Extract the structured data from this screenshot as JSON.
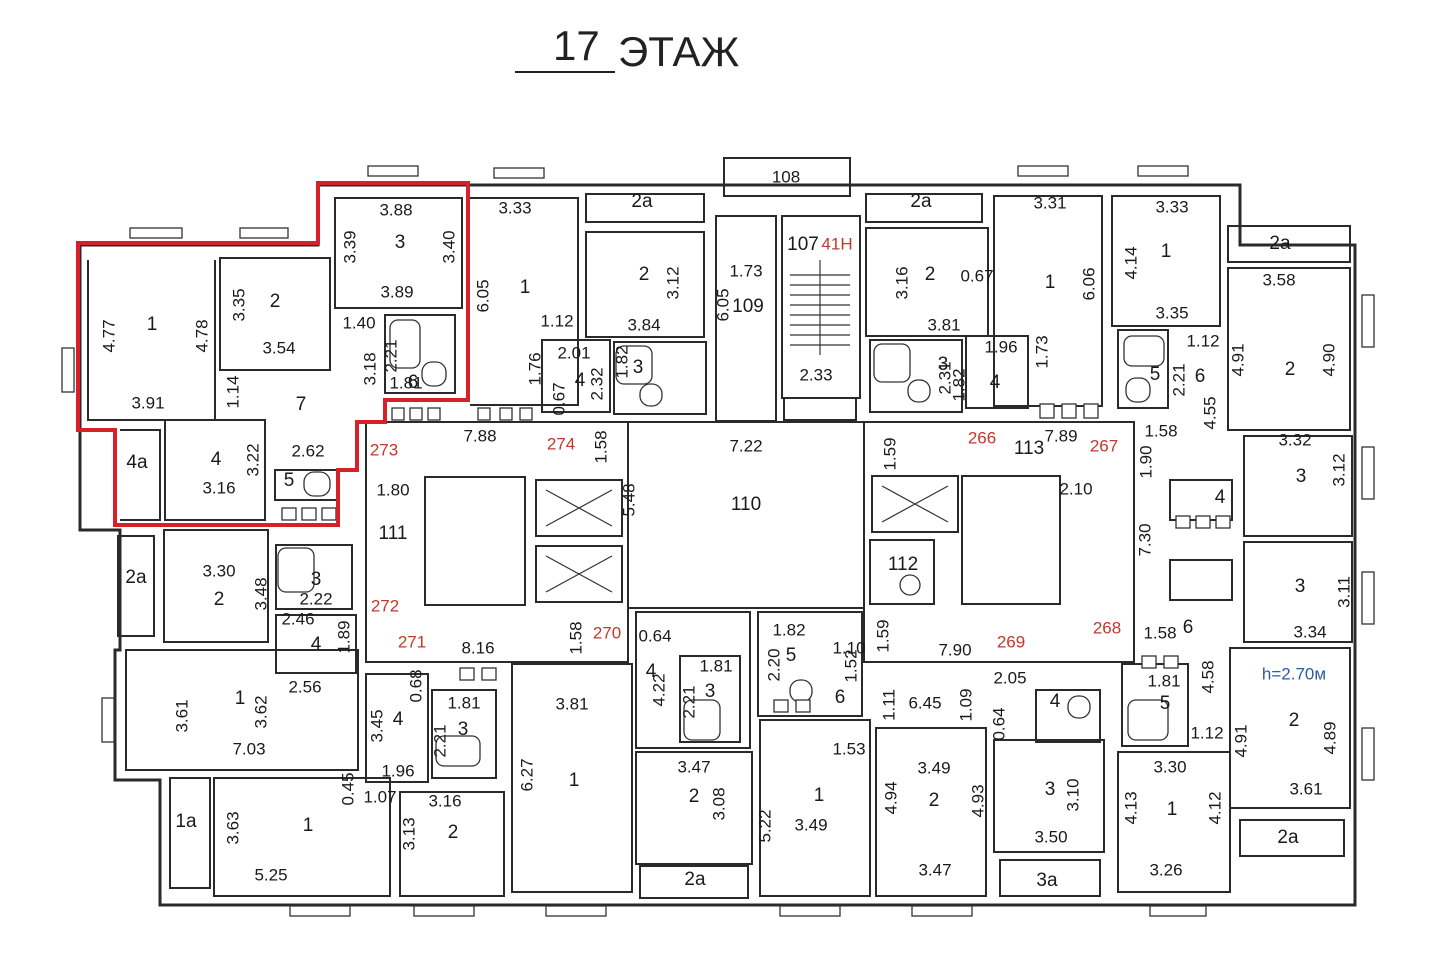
{
  "title": {
    "floor_number": "17",
    "floor_word": "ЭТАЖ"
  },
  "highlight_color": "#d6202a",
  "label_colors": {
    "default": "#1a1a1a",
    "red": "#c0392b",
    "blue": "#2d5aa8"
  },
  "labels": [
    {
      "t": "108",
      "k": "default"
    },
    {
      "t": "3.88",
      "k": "default"
    },
    {
      "t": "3",
      "k": "room"
    },
    {
      "t": "3.39",
      "k": "default",
      "r": true
    },
    {
      "t": "3.40",
      "k": "default",
      "r": true
    },
    {
      "t": "3.89",
      "k": "default"
    },
    {
      "t": "3.33",
      "k": "default"
    },
    {
      "t": "1",
      "k": "room"
    },
    {
      "t": "6.05",
      "k": "default",
      "r": true
    },
    {
      "t": "2a",
      "k": "room"
    },
    {
      "t": "2",
      "k": "room"
    },
    {
      "t": "3.12",
      "k": "default",
      "r": true
    },
    {
      "t": "1.12",
      "k": "default"
    },
    {
      "t": "3.84",
      "k": "default"
    },
    {
      "t": "1.73",
      "k": "default"
    },
    {
      "t": "6.05",
      "k": "default",
      "r": true
    },
    {
      "t": "109",
      "k": "room"
    },
    {
      "t": "107",
      "k": "room"
    },
    {
      "t": "41Н",
      "k": "red"
    },
    {
      "t": "2.33",
      "k": "default"
    },
    {
      "t": "2a",
      "k": "room"
    },
    {
      "t": "2",
      "k": "room"
    },
    {
      "t": "3.16",
      "k": "default",
      "r": true
    },
    {
      "t": "0.67",
      "k": "default"
    },
    {
      "t": "3.81",
      "k": "default"
    },
    {
      "t": "3.31",
      "k": "default"
    },
    {
      "t": "1",
      "k": "room"
    },
    {
      "t": "6.06",
      "k": "default",
      "r": true
    },
    {
      "t": "3.33",
      "k": "default"
    },
    {
      "t": "1",
      "k": "room"
    },
    {
      "t": "4.14",
      "k": "default",
      "r": true
    },
    {
      "t": "3.35",
      "k": "default"
    },
    {
      "t": "2a",
      "k": "room"
    },
    {
      "t": "3.58",
      "k": "default"
    },
    {
      "t": "2",
      "k": "room"
    },
    {
      "t": "4.91",
      "k": "default",
      "r": true
    },
    {
      "t": "4.90",
      "k": "default",
      "r": true
    },
    {
      "t": "1",
      "k": "room"
    },
    {
      "t": "4.77",
      "k": "default",
      "r": true
    },
    {
      "t": "4.78",
      "k": "default",
      "r": true
    },
    {
      "t": "3.91",
      "k": "default"
    },
    {
      "t": "2",
      "k": "room"
    },
    {
      "t": "3.35",
      "k": "default",
      "r": true
    },
    {
      "t": "3.54",
      "k": "default"
    },
    {
      "t": "1.40",
      "k": "default"
    },
    {
      "t": "6",
      "k": "room"
    },
    {
      "t": "2.21",
      "k": "default",
      "r": true
    },
    {
      "t": "1.81",
      "k": "default"
    },
    {
      "t": "3.18",
      "k": "default",
      "r": true
    },
    {
      "t": "7",
      "k": "room"
    },
    {
      "t": "1.14",
      "k": "default",
      "r": true
    },
    {
      "t": "4a",
      "k": "room"
    },
    {
      "t": "4",
      "k": "room"
    },
    {
      "t": "3.22",
      "k": "default",
      "r": true
    },
    {
      "t": "3.16",
      "k": "default"
    },
    {
      "t": "2.62",
      "k": "default"
    },
    {
      "t": "5",
      "k": "room"
    },
    {
      "t": "273",
      "k": "red"
    },
    {
      "t": "7.88",
      "k": "default"
    },
    {
      "t": "274",
      "k": "red"
    },
    {
      "t": "1.58",
      "k": "default",
      "r": true
    },
    {
      "t": "2.01",
      "k": "default"
    },
    {
      "t": "4",
      "k": "room"
    },
    {
      "t": "2.32",
      "k": "default",
      "r": true
    },
    {
      "t": "1.82",
      "k": "default",
      "r": true
    },
    {
      "t": "3",
      "k": "room"
    },
    {
      "t": "0.67",
      "k": "default",
      "r": true
    },
    {
      "t": "1.76",
      "k": "default",
      "r": true
    },
    {
      "t": "7.22",
      "k": "default"
    },
    {
      "t": "110",
      "k": "room"
    },
    {
      "t": "5.48",
      "k": "default",
      "r": true
    },
    {
      "t": "1.59",
      "k": "default",
      "r": true
    },
    {
      "t": "266",
      "k": "red"
    },
    {
      "t": "113",
      "k": "room"
    },
    {
      "t": "7.89",
      "k": "default"
    },
    {
      "t": "267",
      "k": "red"
    },
    {
      "t": "1.96",
      "k": "default"
    },
    {
      "t": "3",
      "k": "room"
    },
    {
      "t": "2.31",
      "k": "default",
      "r": true
    },
    {
      "t": "1.82",
      "k": "default",
      "r": true
    },
    {
      "t": "4",
      "k": "room"
    },
    {
      "t": "1.73",
      "k": "default",
      "r": true
    },
    {
      "t": "1.12",
      "k": "default"
    },
    {
      "t": "5",
      "k": "room"
    },
    {
      "t": "6",
      "k": "room"
    },
    {
      "t": "2.21",
      "k": "default",
      "r": true
    },
    {
      "t": "4.55",
      "k": "default",
      "r": true
    },
    {
      "t": "1.58",
      "k": "default"
    },
    {
      "t": "1.90",
      "k": "default",
      "r": true
    },
    {
      "t": "3.32",
      "k": "default"
    },
    {
      "t": "3",
      "k": "room"
    },
    {
      "t": "3.12",
      "k": "default",
      "r": true
    },
    {
      "t": "4",
      "k": "room"
    },
    {
      "t": "7.30",
      "k": "default",
      "r": true
    },
    {
      "t": "2.10",
      "k": "default"
    },
    {
      "t": "1.80",
      "k": "default"
    },
    {
      "t": "111",
      "k": "room"
    },
    {
      "t": "112",
      "k": "room"
    },
    {
      "t": "2a",
      "k": "room"
    },
    {
      "t": "3.30",
      "k": "default"
    },
    {
      "t": "2",
      "k": "room"
    },
    {
      "t": "3.48",
      "k": "default",
      "r": true
    },
    {
      "t": "3",
      "k": "room"
    },
    {
      "t": "2.22",
      "k": "default"
    },
    {
      "t": "2.46",
      "k": "default"
    },
    {
      "t": "272",
      "k": "red"
    },
    {
      "t": "4",
      "k": "room"
    },
    {
      "t": "1.89",
      "k": "default",
      "r": true
    },
    {
      "t": "2.56",
      "k": "default"
    },
    {
      "t": "271",
      "k": "red"
    },
    {
      "t": "8.16",
      "k": "default"
    },
    {
      "t": "1.58",
      "k": "default",
      "r": true
    },
    {
      "t": "270",
      "k": "red"
    },
    {
      "t": "0.64",
      "k": "default"
    },
    {
      "t": "4",
      "k": "room"
    },
    {
      "t": "4.22",
      "k": "default",
      "r": true
    },
    {
      "t": "2.21",
      "k": "default",
      "r": true
    },
    {
      "t": "1.81",
      "k": "default"
    },
    {
      "t": "3",
      "k": "room"
    },
    {
      "t": "1.82",
      "k": "default"
    },
    {
      "t": "2.20",
      "k": "default",
      "r": true
    },
    {
      "t": "5",
      "k": "room"
    },
    {
      "t": "1.10",
      "k": "default"
    },
    {
      "t": "1.52",
      "k": "default",
      "r": true
    },
    {
      "t": "6",
      "k": "room"
    },
    {
      "t": "1.53",
      "k": "default"
    },
    {
      "t": "1.59",
      "k": "default",
      "r": true
    },
    {
      "t": "7.90",
      "k": "default"
    },
    {
      "t": "269",
      "k": "red"
    },
    {
      "t": "268",
      "k": "red"
    },
    {
      "t": "1.58",
      "k": "default"
    },
    {
      "t": "6",
      "k": "room"
    },
    {
      "t": "3",
      "k": "room"
    },
    {
      "t": "3.11",
      "k": "default",
      "r": true
    },
    {
      "t": "3.34",
      "k": "default"
    },
    {
      "t": "3.61",
      "k": "default",
      "r": true
    },
    {
      "t": "1",
      "k": "room"
    },
    {
      "t": "3.62",
      "k": "default",
      "r": true
    },
    {
      "t": "7.03",
      "k": "default"
    },
    {
      "t": "0.68",
      "k": "default",
      "r": true
    },
    {
      "t": "3.45",
      "k": "default",
      "r": true
    },
    {
      "t": "4",
      "k": "room"
    },
    {
      "t": "1.81",
      "k": "default"
    },
    {
      "t": "3",
      "k": "room"
    },
    {
      "t": "2.21",
      "k": "default",
      "r": true
    },
    {
      "t": "3.81",
      "k": "default"
    },
    {
      "t": "1",
      "k": "room"
    },
    {
      "t": "6.27",
      "k": "default",
      "r": true
    },
    {
      "t": "1.11",
      "k": "default",
      "r": true
    },
    {
      "t": "6.45",
      "k": "default"
    },
    {
      "t": "1.09",
      "k": "default",
      "r": true
    },
    {
      "t": "2.05",
      "k": "default"
    },
    {
      "t": "4",
      "k": "room"
    },
    {
      "t": "0.64",
      "k": "default",
      "r": true
    },
    {
      "t": "1.81",
      "k": "default"
    },
    {
      "t": "5",
      "k": "room"
    },
    {
      "t": "4.58",
      "k": "default",
      "r": true
    },
    {
      "t": "1.12",
      "k": "default"
    },
    {
      "t": "h=2.70м",
      "k": "blue"
    },
    {
      "t": "2",
      "k": "room"
    },
    {
      "t": "4.91",
      "k": "default",
      "r": true
    },
    {
      "t": "4.89",
      "k": "default",
      "r": true
    },
    {
      "t": "3.61",
      "k": "default"
    },
    {
      "t": "0.45",
      "k": "default",
      "r": true
    },
    {
      "t": "1.07",
      "k": "default"
    },
    {
      "t": "1.96",
      "k": "default"
    },
    {
      "t": "3.16",
      "k": "default"
    },
    {
      "t": "1a",
      "k": "room"
    },
    {
      "t": "3.63",
      "k": "default",
      "r": true
    },
    {
      "t": "1",
      "k": "room"
    },
    {
      "t": "5.25",
      "k": "default"
    },
    {
      "t": "2",
      "k": "room"
    },
    {
      "t": "3.13",
      "k": "default",
      "r": true
    },
    {
      "t": "3.47",
      "k": "default"
    },
    {
      "t": "2",
      "k": "room"
    },
    {
      "t": "3.08",
      "k": "default",
      "r": true
    },
    {
      "t": "2a",
      "k": "room"
    },
    {
      "t": "5.22",
      "k": "default",
      "r": true
    },
    {
      "t": "1",
      "k": "room"
    },
    {
      "t": "3.49",
      "k": "default"
    },
    {
      "t": "3.49",
      "k": "default"
    },
    {
      "t": "2",
      "k": "room"
    },
    {
      "t": "4.94",
      "k": "default",
      "r": true
    },
    {
      "t": "4.93",
      "k": "default",
      "r": true
    },
    {
      "t": "3.47",
      "k": "default"
    },
    {
      "t": "3",
      "k": "room"
    },
    {
      "t": "3.10",
      "k": "default",
      "r": true
    },
    {
      "t": "3.50",
      "k": "default"
    },
    {
      "t": "3a",
      "k": "room"
    },
    {
      "t": "3.30",
      "k": "default"
    },
    {
      "t": "1",
      "k": "room"
    },
    {
      "t": "4.13",
      "k": "default",
      "r": true
    },
    {
      "t": "4.12",
      "k": "default",
      "r": true
    },
    {
      "t": "3.26",
      "k": "default"
    },
    {
      "t": "2a",
      "k": "room"
    }
  ]
}
